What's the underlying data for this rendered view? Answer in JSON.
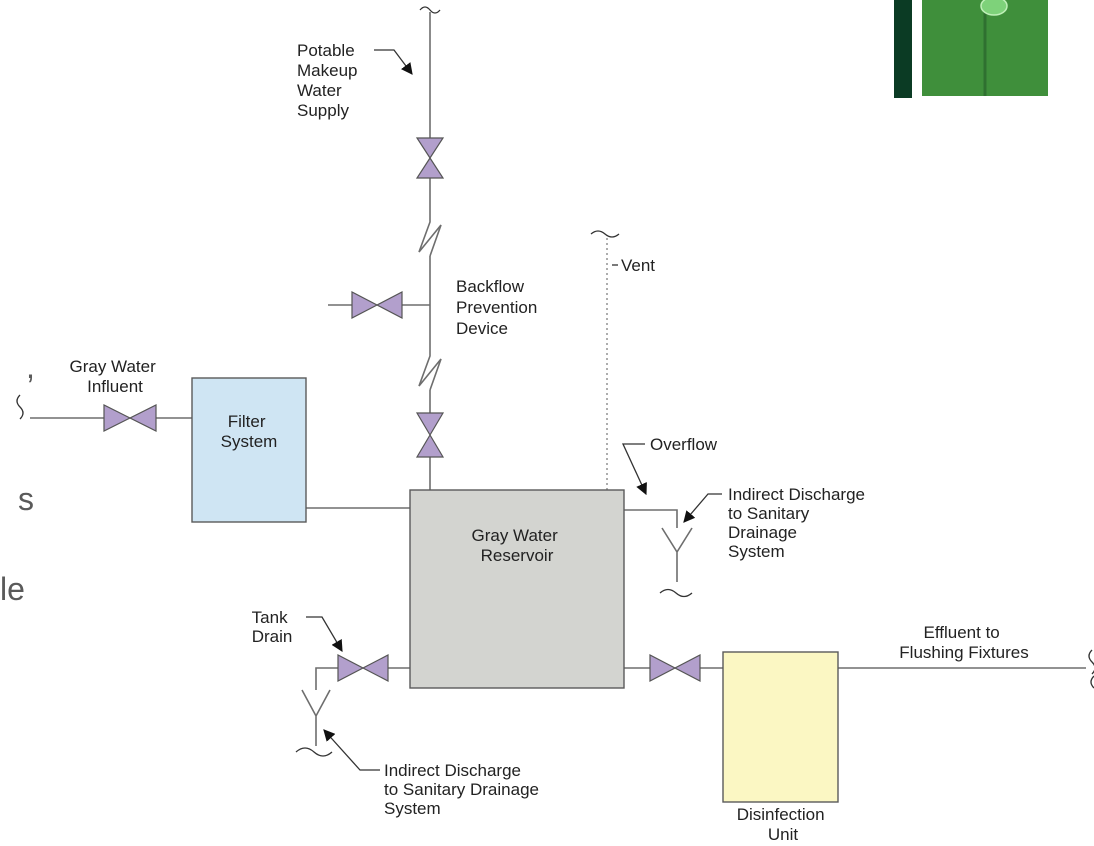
{
  "colors": {
    "filter_fill": "#cfe5f3",
    "reservoir_fill": "#d3d4d0",
    "disinfection_fill": "#fbf7c3",
    "valve_fill": "#b29fcc",
    "photo_green": "#3f8f3b",
    "photo_bar": "#0b3b24"
  },
  "labels": {
    "potable_supply": [
      "Potable",
      "Makeup",
      "Water",
      "Supply"
    ],
    "backflow": [
      "Backflow",
      "Prevention",
      "Device"
    ],
    "vent": "Vent",
    "gray_influent": [
      "Gray Water",
      "Influent"
    ],
    "overflow": "Overflow",
    "indirect_discharge_right": [
      "Indirect Discharge",
      "to Sanitary",
      "Drainage",
      "System"
    ],
    "tank_drain": [
      "Tank",
      "Drain"
    ],
    "effluent": [
      "Effluent to",
      "Flushing Fixtures"
    ],
    "indirect_discharge_bottom": [
      "Indirect Discharge",
      "to Sanitary Drainage",
      "System"
    ]
  },
  "boxes": {
    "filter": [
      "Filter",
      "System"
    ],
    "reservoir": [
      "Gray Water",
      "Reservoir"
    ],
    "disinfection": [
      "Disinfection",
      "Unit"
    ]
  },
  "slide_fragments": {
    "comma": ",",
    "letter_s": "s",
    "word_le": "le"
  },
  "icons": {
    "valve": "gate-valve-icon",
    "check_valve": "check-valve-icon",
    "drain": "drain-funnel-icon",
    "break": "pipe-break-icon",
    "arrow": "leader-arrow-icon"
  }
}
